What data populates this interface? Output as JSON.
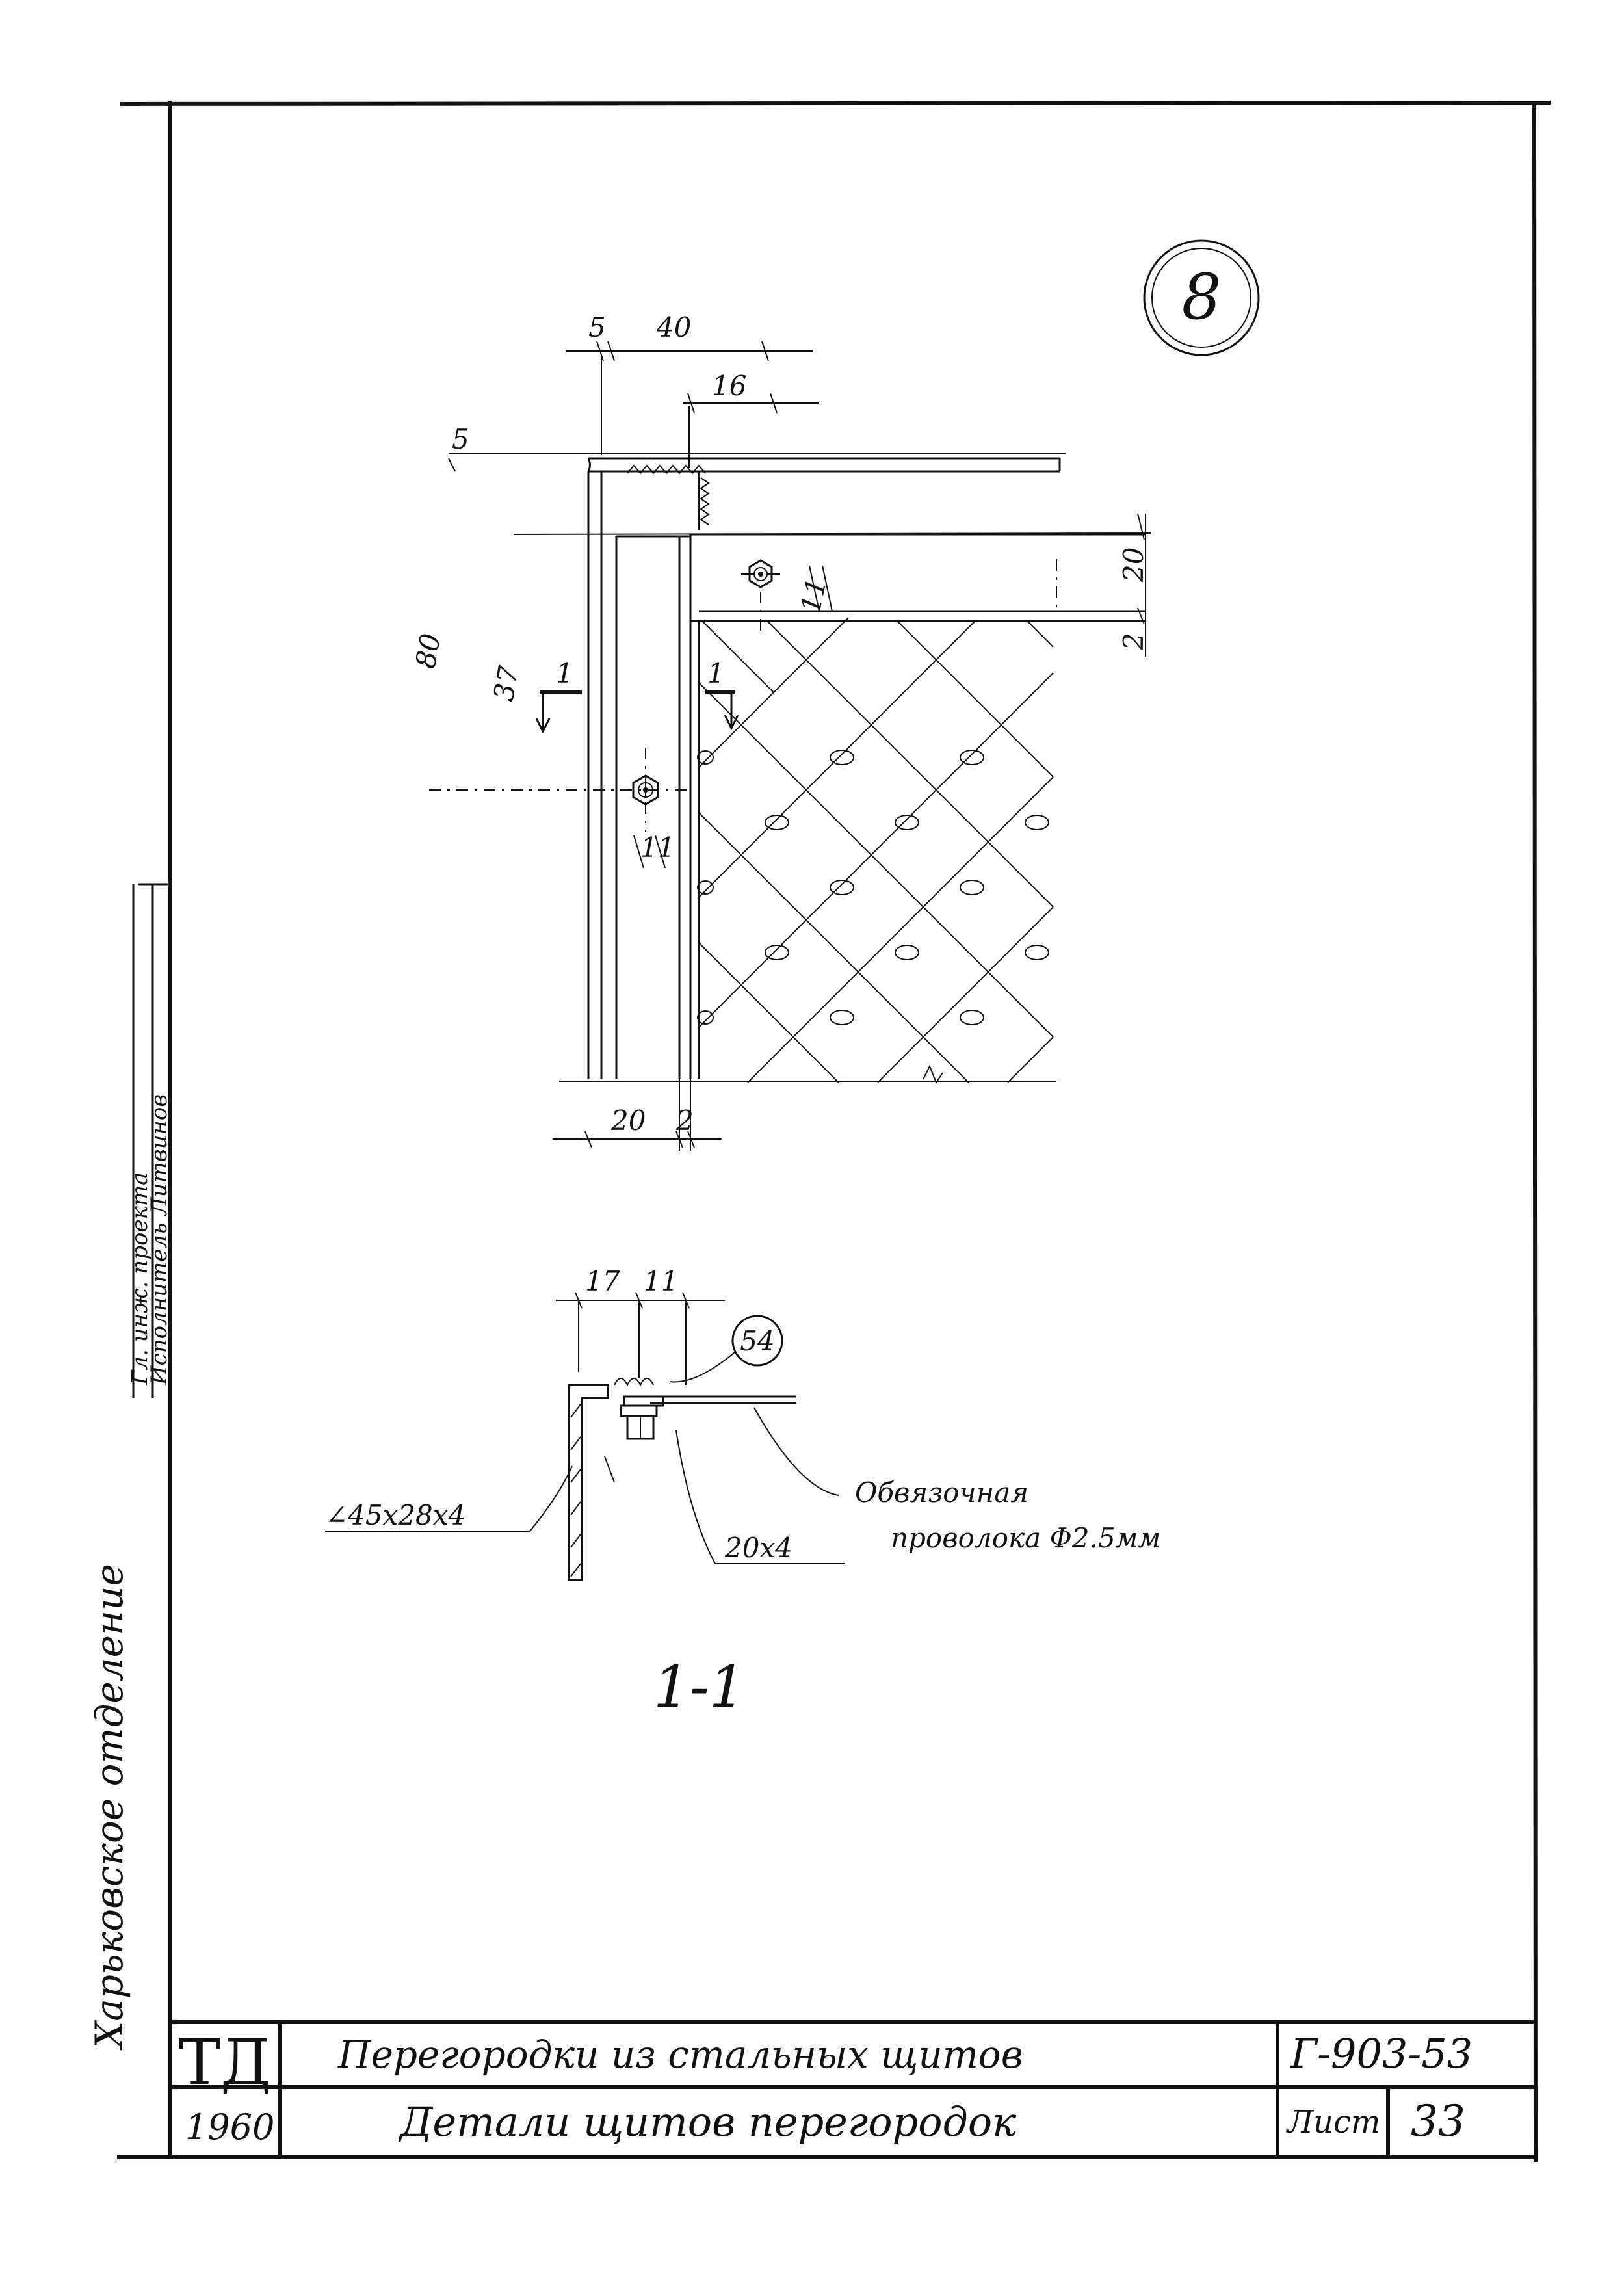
{
  "detail": {
    "number": "8",
    "dims_top": [
      "5",
      "40"
    ],
    "dim_16": "16",
    "dim_5_left": "5",
    "dim_80": "80",
    "dim_37": "37",
    "dim_20_right": "20",
    "dim_2_right": "2",
    "dim_11_top": "11",
    "dim_11_mid": "11",
    "dims_bottom": [
      "20",
      "2"
    ],
    "cut_mark_left": "1",
    "cut_mark_right": "1"
  },
  "section": {
    "dims_top": [
      "17",
      "11"
    ],
    "callout": "54",
    "angle_label": "∠45x28x4",
    "strip_label": "20x4",
    "wire_label_line1": "Обвязочная",
    "wire_label_line2": "проволока Φ2.5мм",
    "title": "1-1"
  },
  "side_stamp": {
    "org": "Харьковское отделение",
    "role_top": "Гл. инж. проекта",
    "role_bottom": "Исполнитель Литвинов"
  },
  "title_block": {
    "logo": "ТД",
    "year": "1960",
    "title_line1": "Перегородки из стальных щитов",
    "title_line2": "Детали щитов перегородок",
    "code": "Г-903-53",
    "sheet_label": "Лист",
    "sheet_number": "33"
  }
}
